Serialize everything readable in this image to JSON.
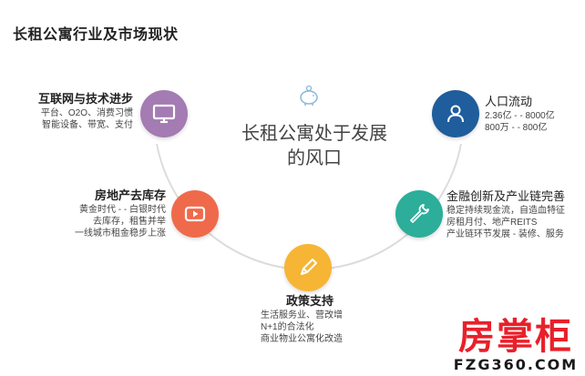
{
  "title": "长租公寓行业及市场现状",
  "center": {
    "line1": "长租公寓处于发展",
    "line2": "的风口"
  },
  "nodes": {
    "internet": {
      "heading": "互联网与技术进步",
      "lines": [
        "平台、O2O、消费习惯",
        "智能设备、带宽、支付"
      ],
      "color": "#a47bb2",
      "icon": "monitor-icon"
    },
    "realestate": {
      "heading": "房地产去库存",
      "lines": [
        "黄金时代 - - 白银时代",
        "去库存，租售并举",
        "一线城市租金稳步上涨"
      ],
      "color": "#ef6a4b",
      "icon": "play-icon"
    },
    "policy": {
      "heading": "政策支持",
      "lines": [
        "生活服务业、营改增",
        "N+1的合法化",
        "商业物业公寓化改造"
      ],
      "color": "#f6b534",
      "icon": "pencil-icon"
    },
    "population": {
      "heading": "人口流动",
      "lines": [
        "2.36亿 - - 8000亿",
        "800万 - - 800亿"
      ],
      "color": "#1f5d9c",
      "icon": "person-icon"
    },
    "finance": {
      "heading": "金融创新及产业链完善",
      "lines": [
        "稳定持续现金流，自造血特征",
        "房租月付、地产REITS",
        "产业链环节发展 - 装修、服务"
      ],
      "color": "#2cae9a",
      "icon": "wrench-icon"
    }
  },
  "watermark": {
    "cn": "房掌柜",
    "en": "FZG360.COM"
  }
}
